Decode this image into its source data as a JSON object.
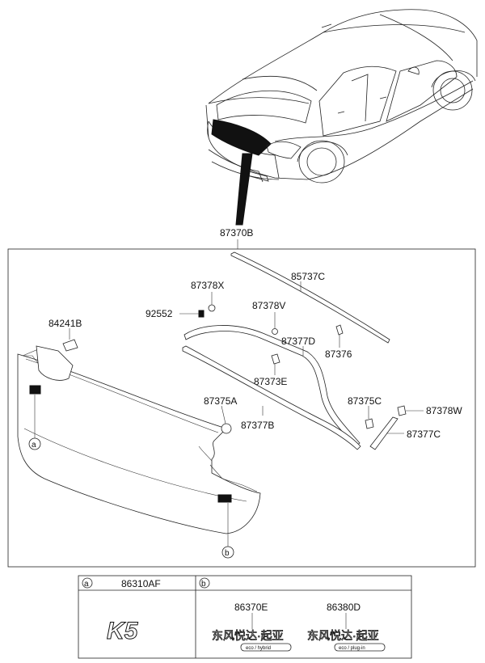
{
  "diagram": {
    "assembly_label": "87370B",
    "parts": {
      "p85737C": "85737C",
      "p87378X": "87378X",
      "p92552": "92552",
      "p87378V": "87378V",
      "p84241B": "84241B",
      "p87377D": "87377D",
      "p87376": "87376",
      "p87373E": "87373E",
      "p87375A": "87375A",
      "p87375C": "87375C",
      "p87378W": "87378W",
      "p87377B": "87377B",
      "p87377C": "87377C"
    },
    "callouts": {
      "a": "a",
      "b": "b"
    }
  },
  "legend": {
    "col_a": {
      "key": "a",
      "part_no": "86310AF",
      "emblem_text": "K5"
    },
    "col_b": {
      "key": "b",
      "items": [
        {
          "part_no": "86370E",
          "badge_main": "东风悦达·起亚",
          "badge_sub": "eco / hybrid"
        },
        {
          "part_no": "86380D",
          "badge_main": "东风悦达·起亚",
          "badge_sub": "eco / plug-in"
        }
      ]
    }
  }
}
